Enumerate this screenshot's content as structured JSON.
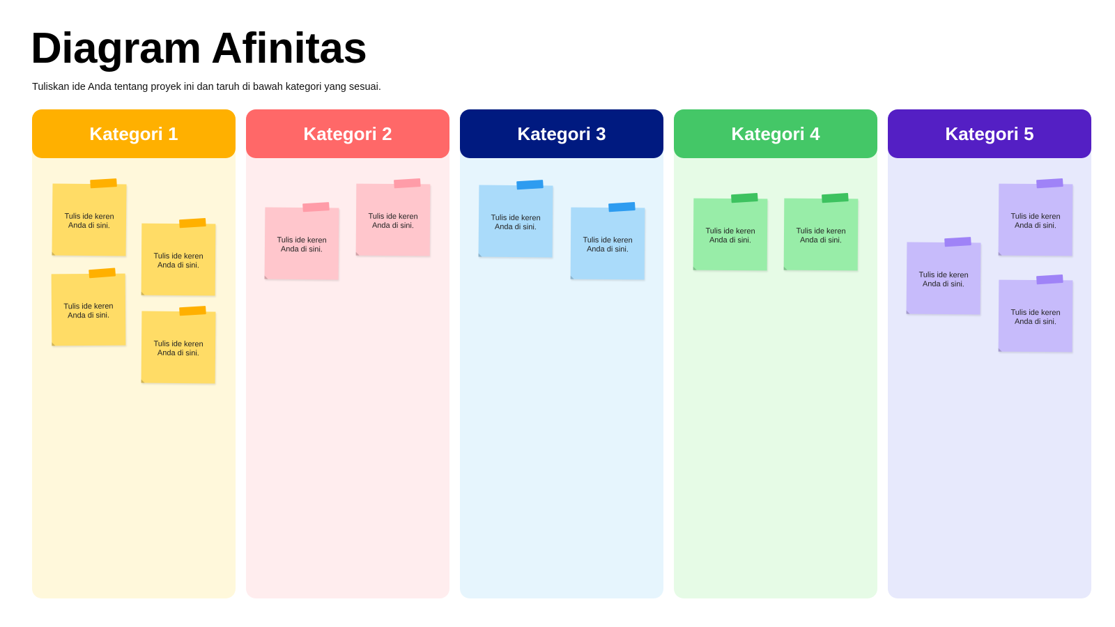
{
  "header": {
    "title": "Diagram Afinitas",
    "subtitle": "Tuliskan ide Anda tentang proyek ini dan taruh di bawah kategori yang sesuai."
  },
  "note_text": "Tulis ide keren Anda di sini.",
  "colors": {
    "k1": {
      "header": "#FFB000",
      "body": "#FFF8DB",
      "note": "#FFDC66",
      "tape": "#FFB000"
    },
    "k2": {
      "header": "#FF6868",
      "body": "#FFEDEE",
      "note": "#FFC6CC",
      "tape": "#FF9CA8"
    },
    "k3": {
      "header": "#001A80",
      "body": "#E6F5FD",
      "note": "#AADBFA",
      "tape": "#2E9CF0"
    },
    "k4": {
      "header": "#44C767",
      "body": "#E6FBE6",
      "note": "#98EDA8",
      "tape": "#3DC25F"
    },
    "k5": {
      "header": "#541FC4",
      "body": "#E7E9FC",
      "note": "#C7BBFB",
      "tape": "#9F83F7"
    }
  },
  "columns": [
    {
      "label": "Kategori 1"
    },
    {
      "label": "Kategori 2"
    },
    {
      "label": "Kategori 3"
    },
    {
      "label": "Kategori 4"
    },
    {
      "label": "Kategori 5"
    }
  ]
}
